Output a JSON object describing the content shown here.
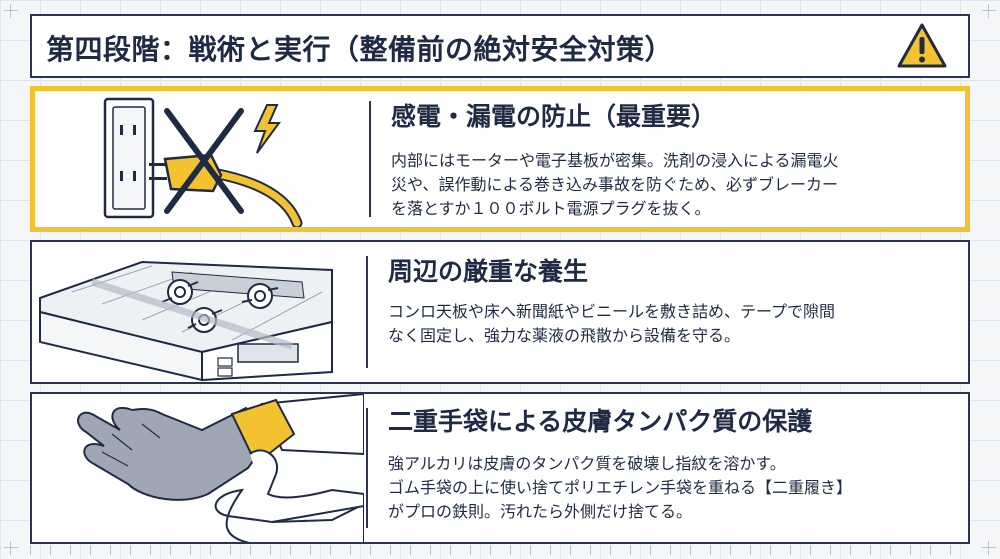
{
  "header": {
    "title": "第四段階：戦術と実行（整備前の絶対安全対策）",
    "icon": "warning-triangle-icon",
    "accent": "#f2c230"
  },
  "panels": [
    {
      "title": "感電・漏電の防止（最重要）",
      "lines": [
        "内部にはモーターや電子基板が密集。洗剤の浸入による漏電火",
        "災や、誤作動による巻き込み事故を防ぐため、必ずブレーカー",
        "を落とすか１００ボルト電源プラグを抜く。"
      ],
      "illustration": "unplugged-outlet-icon"
    },
    {
      "title": "周辺の厳重な養生",
      "lines": [
        "コンロ天板や床へ新聞紙やビニールを敷き詰め、テープで隙間",
        "なく固定し、強力な薬液の飛散から設備を守る。"
      ],
      "illustration": "covered-stovetop-icon"
    },
    {
      "title": "二重手袋による皮膚タンパク質の保護",
      "lines": [
        "強アルカリは皮膚のタンパク質を破壊し指紋を溶かす。",
        "ゴム手袋の上に使い捨てポリエチレン手袋を重ねる【二重履き】",
        "がプロの鉄則。汚れたら外側だけ捨てる。"
      ],
      "illustration": "double-gloves-icon"
    }
  ]
}
